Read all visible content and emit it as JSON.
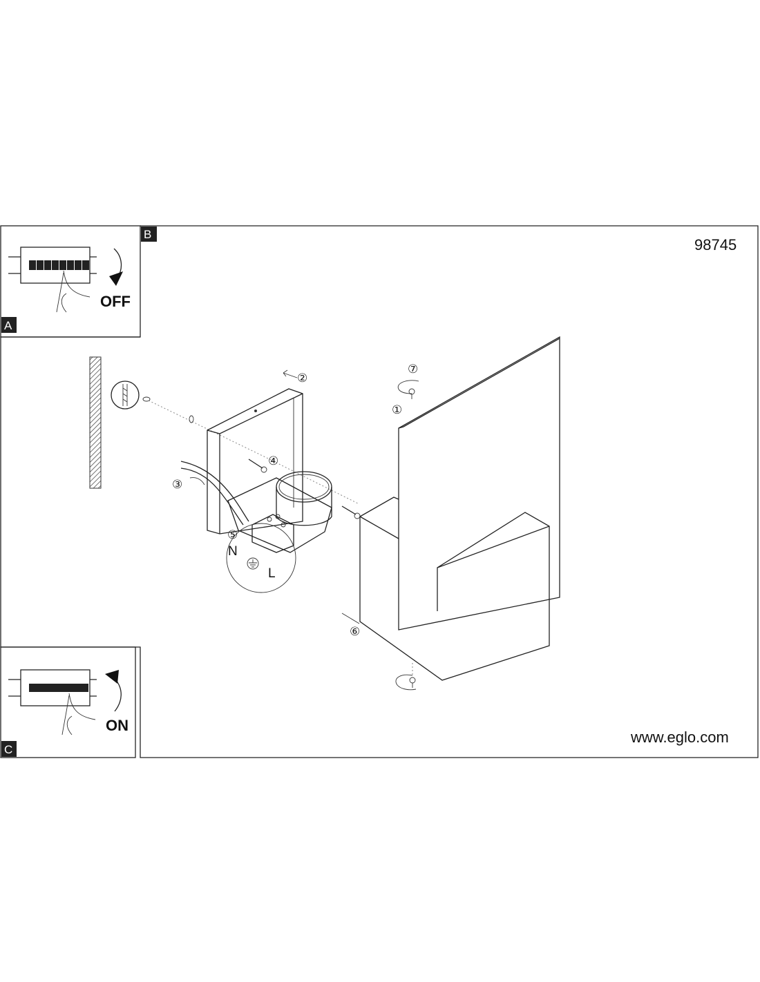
{
  "panels": {
    "a": {
      "badge": "A",
      "instruction": "OFF"
    },
    "b": {
      "badge": "B"
    },
    "c": {
      "badge": "C",
      "instruction": "ON"
    }
  },
  "header": {
    "model_number": "98745"
  },
  "footer": {
    "website": "www.eglo.com"
  },
  "steps": [
    "①",
    "②",
    "③",
    "④",
    "⑤",
    "⑥",
    "⑦"
  ],
  "wiring": {
    "neutral": "N",
    "live": "L",
    "earth_icon": "ground-symbol"
  }
}
